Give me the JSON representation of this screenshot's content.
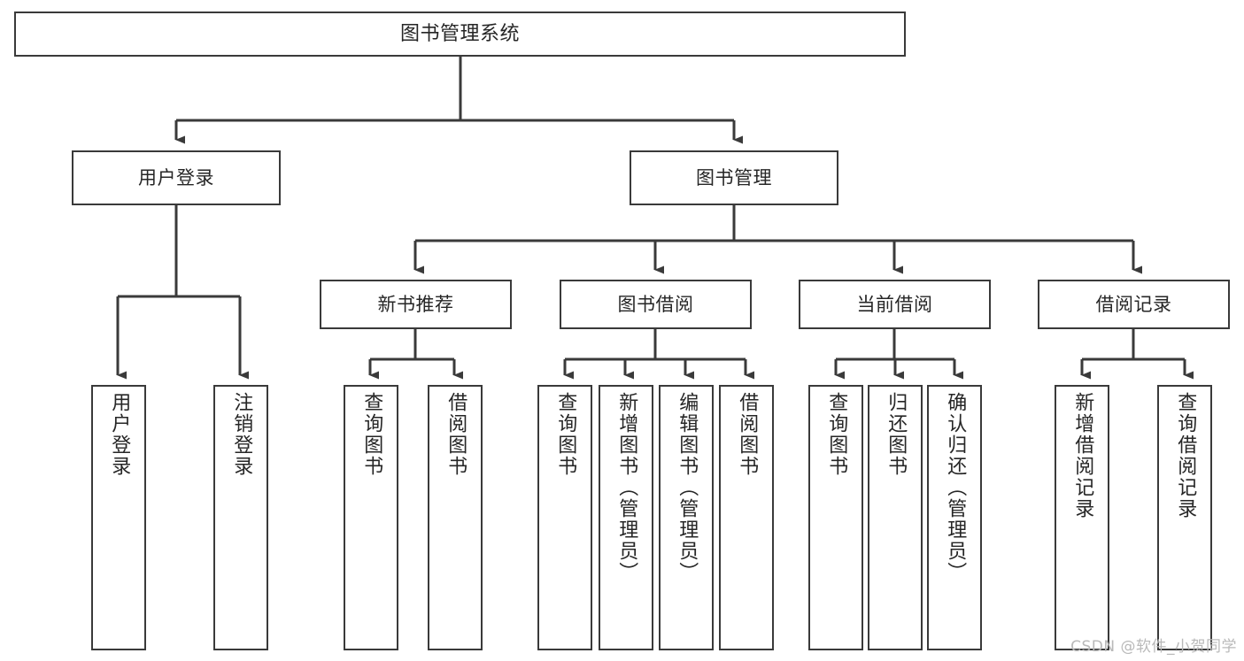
{
  "diagram": {
    "title": "图书管理系统",
    "type": "tree",
    "stroke_color": "#3a3a3a",
    "text_color": "#262626",
    "background": "#ffffff",
    "watermark": "CSDN @软件_小贺同学",
    "nodes": {
      "root": {
        "label": "图书管理系统"
      },
      "level2": [
        {
          "key": "user_login",
          "label": "用户登录"
        },
        {
          "key": "book_manage",
          "label": "图书管理"
        }
      ],
      "level3": [
        {
          "key": "new_book_rec",
          "label": "新书推荐"
        },
        {
          "key": "book_borrow",
          "label": "图书借阅"
        },
        {
          "key": "current_borrow",
          "label": "当前借阅"
        },
        {
          "key": "borrow_record",
          "label": "借阅记录"
        }
      ],
      "leaves": {
        "user_login": [
          {
            "key": "leaf_user_login",
            "label": "用户登录"
          },
          {
            "key": "leaf_logout",
            "label": "注销登录"
          }
        ],
        "new_book_rec": [
          {
            "key": "leaf_query_book_1",
            "label": "查询图书"
          },
          {
            "key": "leaf_borrow_book_1",
            "label": "借阅图书"
          }
        ],
        "book_borrow": [
          {
            "key": "leaf_query_book_2",
            "label": "查询图书"
          },
          {
            "key": "leaf_add_book",
            "label": "新增图书（管理员）"
          },
          {
            "key": "leaf_edit_book",
            "label": "编辑图书（管理员）"
          },
          {
            "key": "leaf_borrow_book_2",
            "label": "借阅图书"
          }
        ],
        "current_borrow": [
          {
            "key": "leaf_query_book_3",
            "label": "查询图书"
          },
          {
            "key": "leaf_return_book",
            "label": "归还图书"
          },
          {
            "key": "leaf_confirm_return",
            "label": "确认归还（管理员）"
          }
        ],
        "borrow_record": [
          {
            "key": "leaf_add_record",
            "label": "新增借阅记录"
          },
          {
            "key": "leaf_query_record",
            "label": "查询借阅记录"
          }
        ]
      }
    }
  }
}
